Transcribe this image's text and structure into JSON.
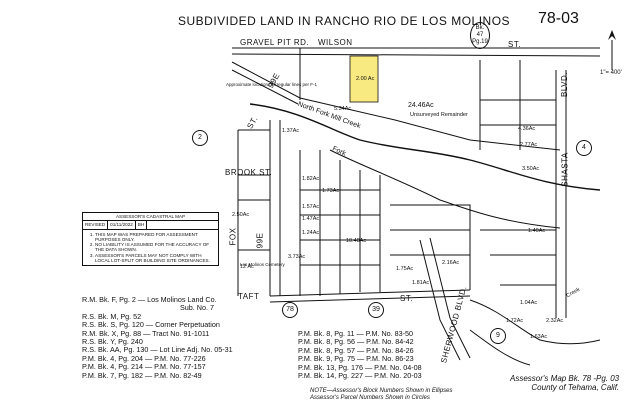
{
  "header": {
    "title": "SUBDIVIDED LAND IN RANCHO RIO DE LOS MOLINOS",
    "map_number": "78-03",
    "book_ref": [
      "Bk.",
      "47",
      "Pg.19"
    ]
  },
  "streets": {
    "gravel_pit": "GRAVEL PIT RD.",
    "wilson": "WILSON",
    "wilson_st": "ST.",
    "ninetyninth_e": "99E",
    "brook": "BROOK ST.",
    "fox": "FOX",
    "ninetyninth_e2": "99E",
    "taft": "TAFT",
    "taft_st": "ST.",
    "sherwood": "SHERWOOD BLVD.",
    "shasta": "SHASTA",
    "shasta_blvd": "BLVD.",
    "st_left": "ST."
  },
  "labels": {
    "north_fork": "North Fork Mill Creek",
    "fork": "Fork",
    "unsurveyed": "Unsurveyed Remainder",
    "creek": "Creek",
    "irregular_lines": "Approximate location of irregular lines per F-1",
    "cemetery": "Los Molinos Cemetery"
  },
  "parcel_circles": [
    "2",
    "4",
    "39",
    "9",
    "78"
  ],
  "parcel_acres": [
    "2.00 Ac",
    "5.34Ac",
    "24.46Ac",
    "1.37Ac",
    "1.82Ac",
    "1.73Ac",
    "1.57Ac",
    "1.47Ac",
    "1.24Ac",
    "10.48Ac",
    "3.73Ac",
    "1.75Ac",
    "2.50Ac",
    "12 Ac",
    "4.36Ac",
    "2.77Ac",
    "3.50Ac",
    "1.40Ac",
    "1.04Ac",
    "1.72Ac",
    "2.32Ac",
    "1.63Ac",
    "1.81Ac",
    "2.16Ac"
  ],
  "legend": {
    "header": "ASSESSOR'S CADASTRAL MAP",
    "col_revised": "REVISED",
    "col_date": "01/11/2022",
    "col_by": "BH",
    "notes": [
      "THIS MAP WAS PREPARED FOR ASSESSMENT PURPOSES ONLY.",
      "NO LIABILITY IS ASSUMED FOR THE ACCURACY OF THE DATA SHOWN.",
      "ASSESSOR'S PARCELS MAY NOT COMPLY WITH LOCAL LOT-SPLIT OR BUILDING SITE ORDINANCES."
    ]
  },
  "references_left": [
    "R.M. Bk. F, Pg. 2 — Los Molinos Land Co.",
    "Sub. No. 7",
    "R.S. Bk. M, Pg. 52",
    "R.S. Bk. S, Pg. 120 — Corner Perpetuation",
    "R.M. Bk. X, Pg. 88 — Tract No. 91-1011",
    "R.S. Bk. Y, Pg. 240",
    "R.S. Bk. AA, Pg. 130 — Lot Line Adj. No. 05-31",
    "P.M. Bk. 4, Pg. 204 — P.M. No. 77-226",
    "P.M. Bk. 4, Pg. 214 — P.M. No. 77-157",
    "P.M. Bk. 7, Pg. 182 — P.M. No. 82-49"
  ],
  "references_right": [
    "P.M. Bk. 8, Pg. 11 — P.M. No. 83-50",
    "P.M. Bk. 8, Pg. 56 — P.M. No. 84-42",
    "P.M. Bk. 8, Pg. 57 — P.M. No. 84-26",
    "P.M. Bk. 9, Pg. 75 — P.M. No. 86-23",
    "P.M. Bk. 13, Pg. 176 — P.M. No. 04-08",
    "P.M. Bk. 14, Pg. 227 — P.M. No. 20-03"
  ],
  "note": [
    "NOTE—Assessor's Block Numbers Shown in Ellipses",
    "Assessor's Parcel Numbers Shown in Circles"
  ],
  "footer": [
    "Assessor's Map Bk. 78 -Pg. 03",
    "County of Tehama, Calif."
  ],
  "scale": "1\"= 400'",
  "colors": {
    "highlight": "#f5e04a",
    "ink": "#111111"
  }
}
